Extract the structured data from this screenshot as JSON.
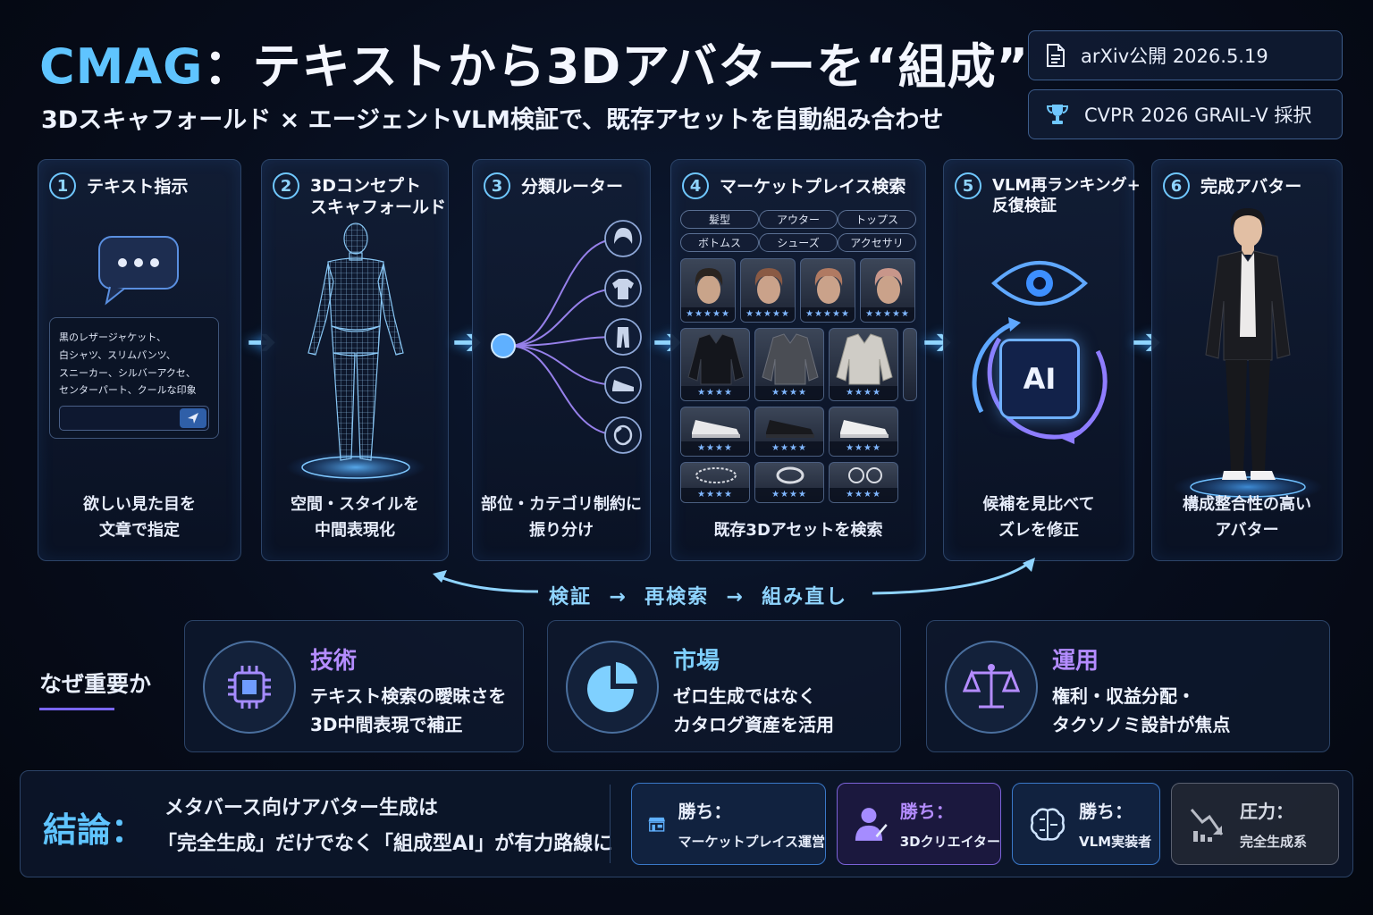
{
  "header": {
    "title_brand": "CMAG",
    "title_rest": "：テキストから3Dアバターを“組成”",
    "subtitle": "3Dスキャフォールド × エージェントVLM検証で、既存アセットを自動組み合わせ",
    "badge_date": "arXiv公開  2026.5.19",
    "badge_award": "CVPR 2026 GRAIL-V 採択"
  },
  "steps": [
    {
      "num": "1",
      "title": "テキスト指示",
      "desc": [
        "欲しい見た目を",
        "文章で指定"
      ]
    },
    {
      "num": "2",
      "title": "3Dコンセプト\nスキャフォールド",
      "desc": [
        "空間・スタイルを",
        "中間表現化"
      ]
    },
    {
      "num": "3",
      "title": "分類ルーター",
      "desc": [
        "部位・カテゴリ制約に",
        "振り分け"
      ]
    },
    {
      "num": "4",
      "title": "マーケットプレイス検索",
      "desc": [
        "既存3Dアセットを検索"
      ]
    },
    {
      "num": "5",
      "title": "VLM再ランキング+\n反復検証",
      "desc": [
        "候補を見比べて",
        "ズレを修正"
      ]
    },
    {
      "num": "6",
      "title": "完成アバター",
      "desc": [
        "構成整合性の高い",
        "アバター"
      ]
    }
  ],
  "prompt_text": [
    "黒のレザージャケット、",
    "白シャツ、スリムパンツ、",
    "スニーカー、シルバーアクセ、",
    "センターパート、クールな印象"
  ],
  "categories": [
    "髪型",
    "アウター",
    "トップス",
    "ボトムス",
    "シューズ",
    "アクセサリ"
  ],
  "ai_label": "AI",
  "loop_label": "検証  →  再検索  →  組み直し",
  "why": {
    "label": "なぜ重要か",
    "cards": [
      {
        "heading": "技術",
        "lines": [
          "テキスト検索の曖昧さを",
          "3D中間表現で補正"
        ],
        "color": "#b48cff"
      },
      {
        "heading": "市場",
        "lines": [
          "ゼロ生成ではなく",
          "カタログ資産を活用"
        ],
        "color": "#7fd0ff"
      },
      {
        "heading": "運用",
        "lines": [
          "権利・収益分配・",
          "タクソノミ設計が焦点"
        ],
        "color": "#b48cff"
      }
    ]
  },
  "conclusion": {
    "label": "結論：",
    "line1": "メタバース向けアバター生成は",
    "line2": "「完全生成」だけでなく「組成型AI」が有力路線に",
    "roles": [
      {
        "label": "勝ち：",
        "name": "マーケットプレイス運営",
        "icon": "store-icon"
      },
      {
        "label": "勝ち：",
        "name": "3Dクリエイター",
        "icon": "creator-icon"
      },
      {
        "label": "勝ち：",
        "name": "VLM実装者",
        "icon": "brain-icon"
      },
      {
        "label": "圧力：",
        "name": "完全生成系",
        "icon": "decline-chart-icon"
      }
    ]
  },
  "colors": {
    "accent_blue": "#5fc4ff",
    "accent_purple": "#a07cff",
    "panel_border": "#2c4468"
  }
}
